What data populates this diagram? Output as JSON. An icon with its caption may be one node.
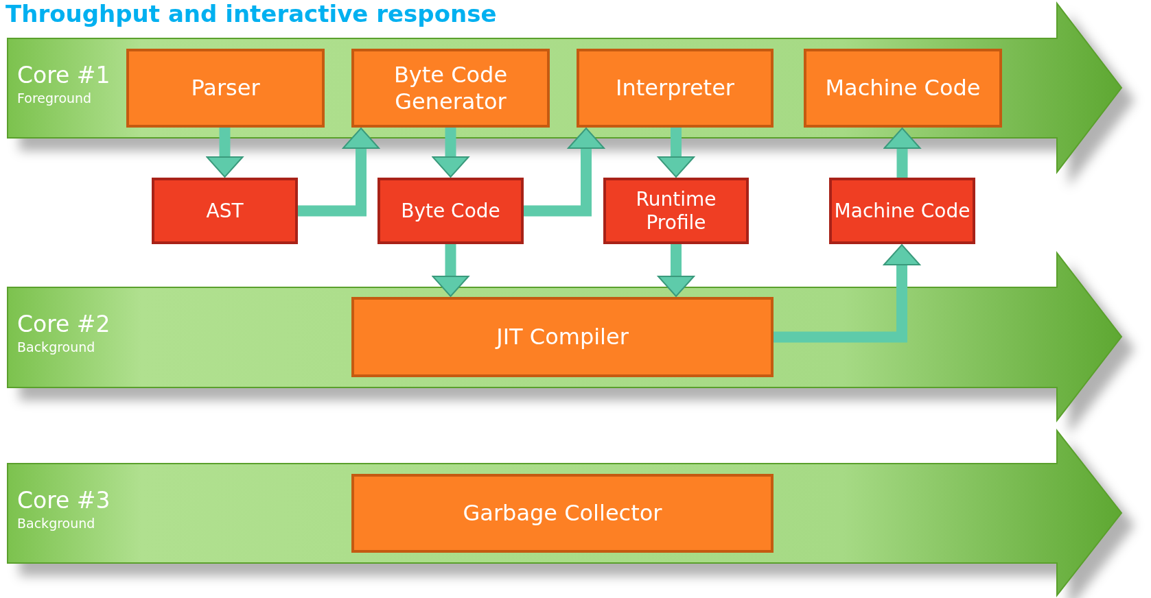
{
  "diagram": {
    "title": "Throughput and interactive response",
    "nodes": [
      {
        "text": [
          "Core #1",
          "Foreground"
        ]
      },
      {
        "text": [
          "Parser"
        ],
        "in": 0
      },
      {
        "text": [
          "Byte Code Generator"
        ],
        "in": 0
      },
      {
        "text": [
          "Interpreter"
        ],
        "in": 0
      },
      {
        "text": [
          "Machine Code"
        ],
        "in": 0
      },
      {
        "text": [
          "AST"
        ]
      },
      {
        "text": [
          "Byte Code"
        ]
      },
      {
        "text": [
          "Runtime Profile"
        ]
      },
      {
        "text": [
          "Machine Code"
        ]
      },
      {
        "text": [
          "Core #2",
          "Background"
        ]
      },
      {
        "text": [
          "JIT Compiler"
        ],
        "in": 9
      },
      {
        "text": [
          "Core #3",
          "Background"
        ]
      },
      {
        "text": [
          "Garbage Collector"
        ],
        "in": 11
      }
    ],
    "edges": [
      {
        "from": 1,
        "to": 5,
        "arrow": "to"
      },
      {
        "from": 5,
        "to": 2,
        "arrow": "to"
      },
      {
        "from": 2,
        "to": 6,
        "arrow": "to"
      },
      {
        "from": 6,
        "to": 3,
        "arrow": "to"
      },
      {
        "from": 3,
        "to": 7,
        "arrow": "to"
      },
      {
        "from": 6,
        "to": 10,
        "arrow": "to"
      },
      {
        "from": 7,
        "to": 10,
        "arrow": "to"
      },
      {
        "from": 10,
        "to": 8,
        "arrow": "to"
      },
      {
        "from": 8,
        "to": 4,
        "arrow": "to"
      }
    ]
  }
}
